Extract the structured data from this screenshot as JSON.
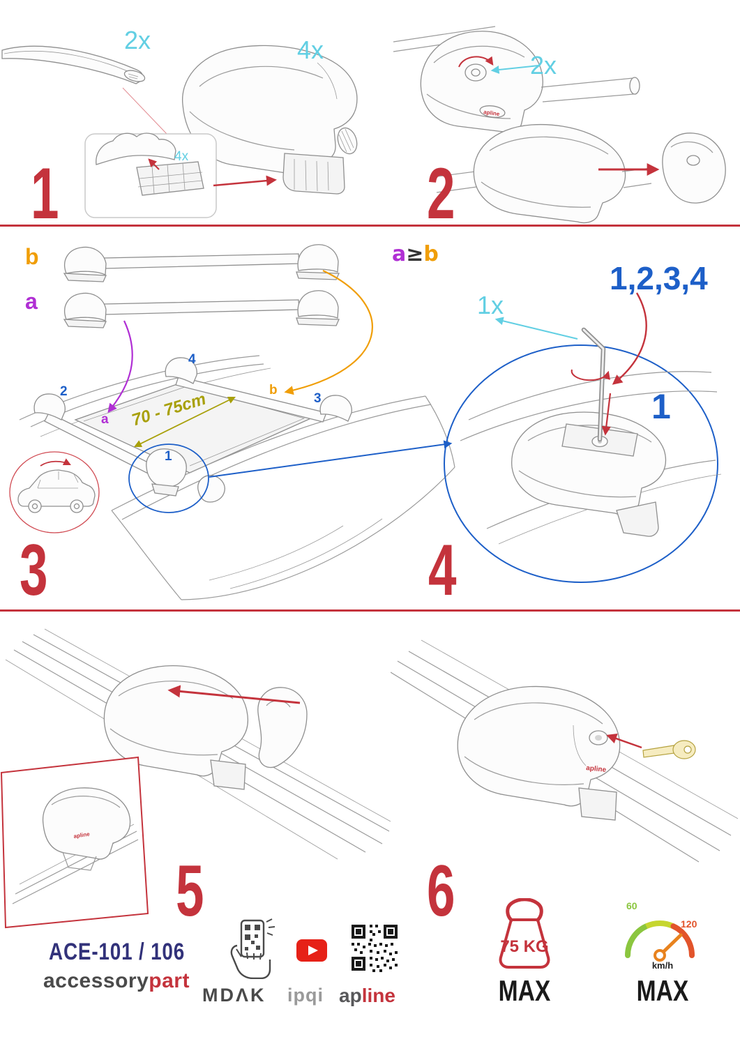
{
  "colors": {
    "red": "#c4333c",
    "cyan": "#62cfe3",
    "blue": "#1d5fc8",
    "purple": "#b02fd4",
    "orange": "#f09e07",
    "olive": "#a8a00a",
    "navy": "#32327a",
    "gray": "#58585a",
    "green": "#8bc63f",
    "rust": "#e2542b"
  },
  "step1": {
    "num": "1",
    "bar_qty": "2x",
    "foot_qty": "4x",
    "pad_qty": "4x"
  },
  "step2": {
    "num": "2",
    "knob_qty": "2x"
  },
  "step3": {
    "num": "3",
    "bar_b_label": "b",
    "bar_a_label": "a",
    "dimension": "70 - 75cm",
    "marker_1": "1",
    "marker_2": "2",
    "marker_3": "3",
    "marker_4": "4",
    "marker_a": "a",
    "marker_b": "b"
  },
  "step4": {
    "num": "4",
    "cond_a": "a",
    "cond_op": "≥",
    "cond_b": "b",
    "sequence": "1,2,3,4",
    "key_qty": "1x",
    "first_foot": "1"
  },
  "step5": {
    "num": "5"
  },
  "step6": {
    "num": "6"
  },
  "brand": {
    "foot_logo": "apline"
  },
  "footer": {
    "model": "ACE-101 / 106",
    "brand_gray": "accessory",
    "brand_red": "part",
    "mdak": "MDΛK",
    "ipqi": "ipqi",
    "apline_gray": "ap",
    "apline_red": "line",
    "weight_value": "75 KG",
    "weight_max": "MAX",
    "speed_60": "60",
    "speed_120": "120",
    "speed_unit": "km/h",
    "speed_max": "MAX"
  }
}
